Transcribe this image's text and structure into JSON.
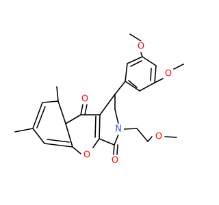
{
  "molecule": {
    "colors": {
      "bond": "#000000",
      "oxygen": "#FF0D0D",
      "nitrogen": "#3050F8",
      "background": "#FFFFFF"
    },
    "atoms": {
      "o_methoxy_top": "O",
      "o_methoxy_right": "O",
      "o_ketone_top": "O",
      "o_amide_bottom": "O",
      "o_pyran_ring": "O",
      "o_methoxyethyl": "O",
      "n_pyrrolidine": "N"
    }
  }
}
